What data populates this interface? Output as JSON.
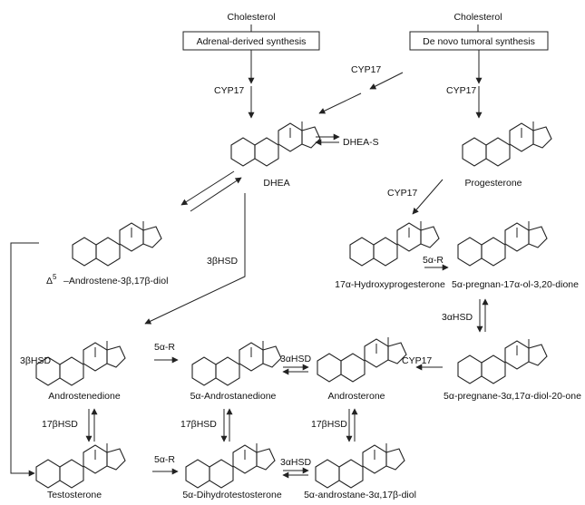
{
  "sources": {
    "cholesterol_left": "Cholesterol",
    "cholesterol_right": "Cholesterol",
    "box_left": "Adrenal-derived synthesis",
    "box_right": "De novo tumoral synthesis"
  },
  "enzymes": {
    "cyp17_a": "CYP17",
    "cyp17_b": "CYP17",
    "cyp17_c": "CYP17",
    "cyp17_d": "CYP17",
    "cyp17_e": "CYP17",
    "hsd3b_a": "3βHSD",
    "hsd3b_b": "3βHSD",
    "r5a_a": "5α-R",
    "r5a_b": "5α-R",
    "r5a_c": "5α-R",
    "hsd3a_a": "3αHSD",
    "hsd3a_b": "3αHSD",
    "hsd3a_c": "3αHSD",
    "hsd17b_a": "17βHSD",
    "hsd17b_b": "17βHSD",
    "hsd17b_c": "17βHSD"
  },
  "compounds": {
    "dhea": "DHEA",
    "dheas": "DHEA-S",
    "progesterone": "Progesterone",
    "androstenediol": "–Androstene-3β,17β-diol",
    "androstenediol_delta": "Δ",
    "androstenediol_sup": "5",
    "hydroxyprogesterone": "17α-Hydroxyprogesterone",
    "pregnan_dione": "5α-pregnan-17α-ol-3,20-dione",
    "pregnane_diol": "5α-pregnane-3α,17α-diol-20-one",
    "androstenedione": "Androstenedione",
    "androstanedione": "5α-Androstanedione",
    "androsterone": "Androsterone",
    "testosterone": "Testosterone",
    "dht": "5α-Dihydrotestosterone",
    "androstanediol": "5α-androstane-3α,17β-diol"
  }
}
